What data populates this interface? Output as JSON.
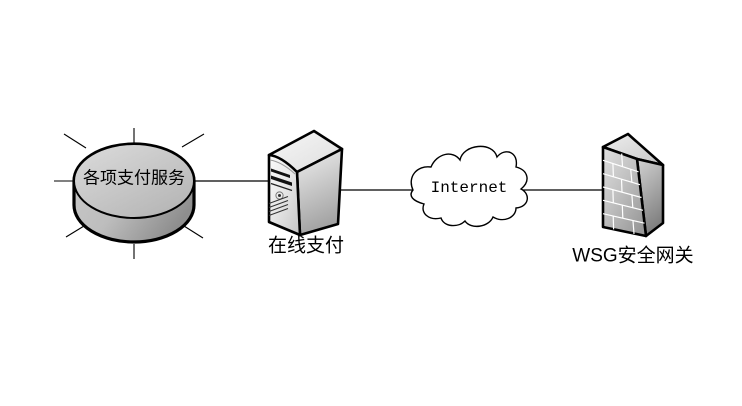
{
  "diagram": {
    "background": "#ffffff",
    "line_color": "#000000",
    "text_color": "#000000",
    "palette": {
      "disk_top_light": "#d9d9d9",
      "disk_top_dark": "#b9b9b9",
      "disk_side_light": "#c9c9c9",
      "disk_side_dark": "#929292",
      "server_front_light": "#fafafa",
      "server_front_dark": "#c9c9c9",
      "server_side_light": "#ededed",
      "server_side_dark": "#a4a4a4",
      "server_top": "#f2f2f2",
      "firewall_front_light": "#dedede",
      "firewall_front_dark": "#9c9c9c",
      "firewall_side_light": "#cccccc",
      "firewall_side_dark": "#848484",
      "firewall_top": "#e6e6e6",
      "cloud_fill": "#ffffff",
      "slot_color": "#111111"
    },
    "nodes": [
      {
        "id": "payment-services",
        "type": "disk-with-rays",
        "label": "各项支付服务"
      },
      {
        "id": "online-payment",
        "type": "server-tower",
        "label": "在线支付"
      },
      {
        "id": "internet",
        "type": "cloud",
        "label": "Internet"
      },
      {
        "id": "wsg-gateway",
        "type": "firewall",
        "label": "WSG安全网关"
      }
    ],
    "connections": [
      {
        "from": "payment-services",
        "to": "online-payment"
      },
      {
        "from": "online-payment",
        "to": "internet"
      },
      {
        "from": "internet",
        "to": "wsg-gateway"
      }
    ]
  }
}
